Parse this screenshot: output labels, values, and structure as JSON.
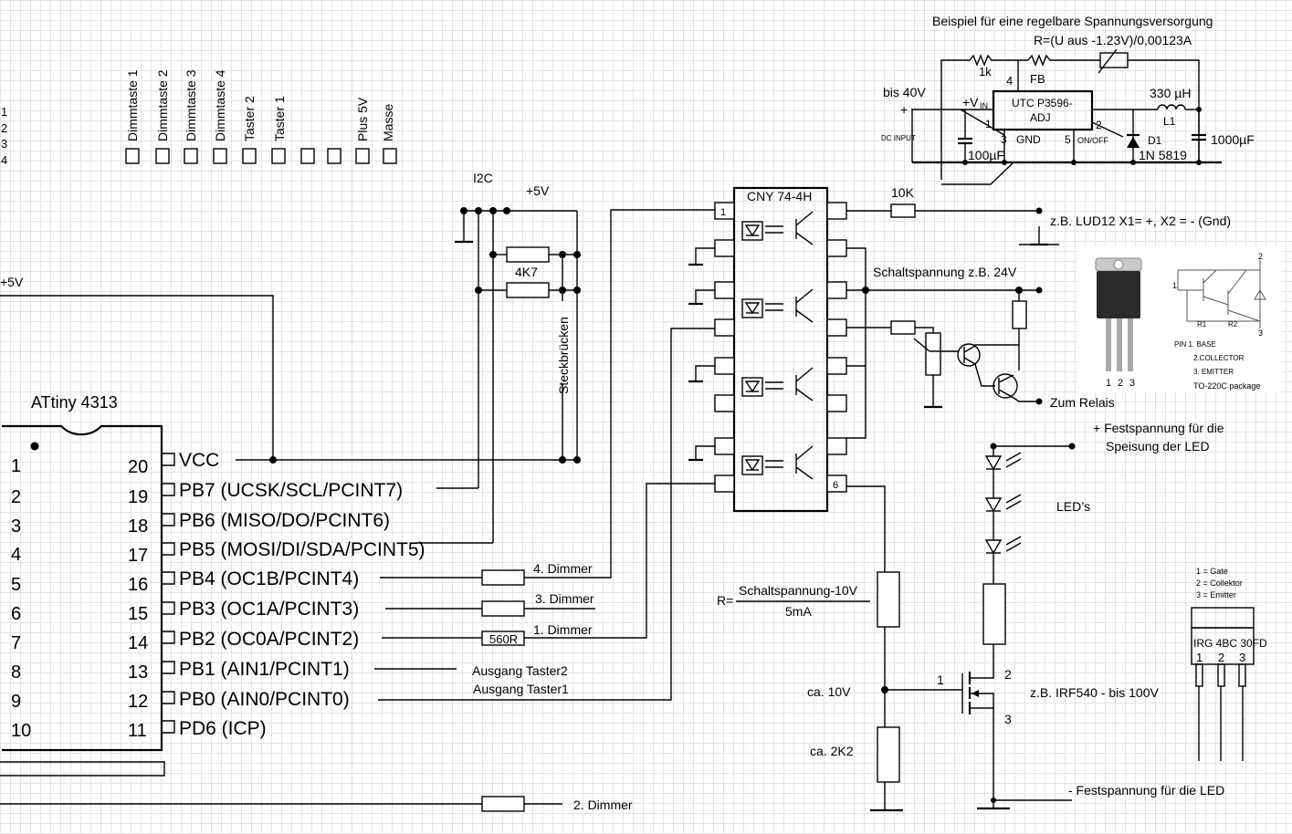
{
  "mcu": {
    "name": "ATtiny 4313",
    "left_pin_numbers": [
      "1",
      "2",
      "3",
      "4",
      "5",
      "6",
      "7",
      "8",
      "9",
      "10"
    ],
    "right_pin_numbers": [
      "20",
      "19",
      "18",
      "17",
      "16",
      "15",
      "14",
      "13",
      "12",
      "11"
    ],
    "right_pin_labels": [
      "VCC",
      "PB7 (UCSK/SCL/PCINT7)",
      "PB6 (MISO/DO/PCINT6)",
      "PB5 (MOSI/DI/SDA/PCINT5)",
      "PB4 (OC1B/PCINT4)",
      "PB3 (OC1A/PCINT3)",
      "PB2 (OC0A/PCINT2)",
      "PB1 (AIN1/PCINT1)",
      "PB0 (AIN0/PCINT0)",
      "PD6 (ICP)"
    ]
  },
  "supply_left": "+5V",
  "connector": {
    "labels": [
      "Dimmtaste 1",
      "Dimmtaste 2",
      "Dimmtaste 3",
      "Dimmtaste 4",
      "Taster 2",
      "Taster 1",
      "Plus 5V",
      "Masse"
    ],
    "edge_numbers": [
      "1",
      "2",
      "3",
      "4"
    ]
  },
  "i2c": {
    "title": "I2C",
    "supply": "+5V",
    "resistor": "4K7",
    "jumper": "Steckbrücken"
  },
  "outputs": {
    "dimmer4": "4. Dimmer",
    "dimmer3": "3. Dimmer",
    "dimmer1": "1. Dimmer",
    "dimmer2": "2. Dimmer",
    "resistor_560": "560R",
    "taster2": "Ausgang Taster2",
    "taster1": "Ausgang Taster1"
  },
  "optocoupler": {
    "name": "CNY 74-4H",
    "pin1": "1",
    "pin6": "6"
  },
  "right_side": {
    "r10k": "10K",
    "lud": "z.B. LUD12  X1= +, X2 = - (Gnd)",
    "schalt": "Schaltspannung z.B. 24V",
    "relais": "Zum Relais",
    "fest_plus_1": "+ Festspannung für die",
    "fest_plus_2": "Speisung der LED",
    "leds": "LED’s",
    "r_formula_prefix": "R=",
    "r_formula_num": "Schaltspannung-10V",
    "r_formula_den": "5mA",
    "ca10v": "ca. 10V",
    "ca2k2": "ca. 2K2",
    "mos_pin1": "1",
    "mos_pin2": "2",
    "mos_pin3": "3",
    "irf": "z.B. IRF540 - bis 100V",
    "fest_minus": "- Festspannung für die LED"
  },
  "regulator": {
    "title": "Beispiel für eine regelbare Spannungsversorgung",
    "formula": "R=(U aus -1.23V)/0,00123A",
    "r1k": "1k",
    "pin4": "4",
    "fb": "FB",
    "bis40": "bis 40V",
    "vin": "+V",
    "vin_sub": "IN",
    "chip1": "UTC P3596-",
    "chip2": "ADJ",
    "ind": "330 µH",
    "l1": "L1",
    "plus": "+",
    "dcin": "DC INPUT",
    "p1": "1",
    "p3": "3",
    "gnd": "GND",
    "p5": "5",
    "onoff": "ON/OFF",
    "p2": "2",
    "d1": "D1",
    "c100": "100µF",
    "diode": "1N 5819",
    "c1000": "1000µF"
  },
  "darlington_photo": {
    "pins_under": [
      "1",
      "2",
      "3"
    ],
    "pin_legend": [
      "PIN  1. BASE",
      "2.COLLECTOR",
      "3. EMITTER"
    ],
    "package": "TO-220C package",
    "pin_mark_1": "1",
    "pin_mark_2": "2",
    "pin_mark_3": "3",
    "r1": "R1",
    "r2": "R2"
  },
  "igbt": {
    "legend": [
      "1 = Gate",
      "2 = Collektor",
      "3 = Emitter"
    ],
    "name": "IRG 4BC 30FD",
    "pins": [
      "1",
      "2",
      "3"
    ]
  }
}
